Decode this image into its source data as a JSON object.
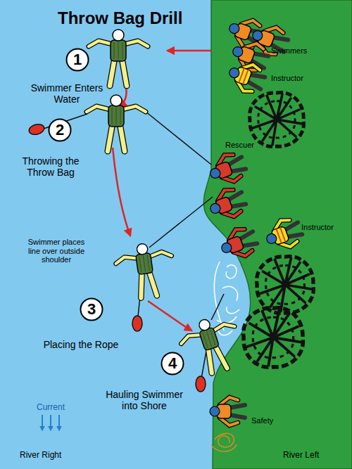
{
  "diagram": {
    "title": "Throw Bag Drill",
    "nodes": [
      {
        "text": [
          "1"
        ]
      },
      {
        "text": [
          "2"
        ]
      },
      {
        "text": [
          "3"
        ]
      },
      {
        "text": [
          "4"
        ]
      }
    ],
    "labels": [
      "Swimmers",
      "Instructor",
      "Swimmer Enters Water",
      "Throwing the Throw Bag",
      "Rescuer",
      "Instructor",
      "Swimmer places line over outside shoulder",
      "Placing the Rope",
      "Hauling Swimmer into Shore",
      "Current",
      "Safety",
      "River Right",
      "River Left"
    ]
  }
}
